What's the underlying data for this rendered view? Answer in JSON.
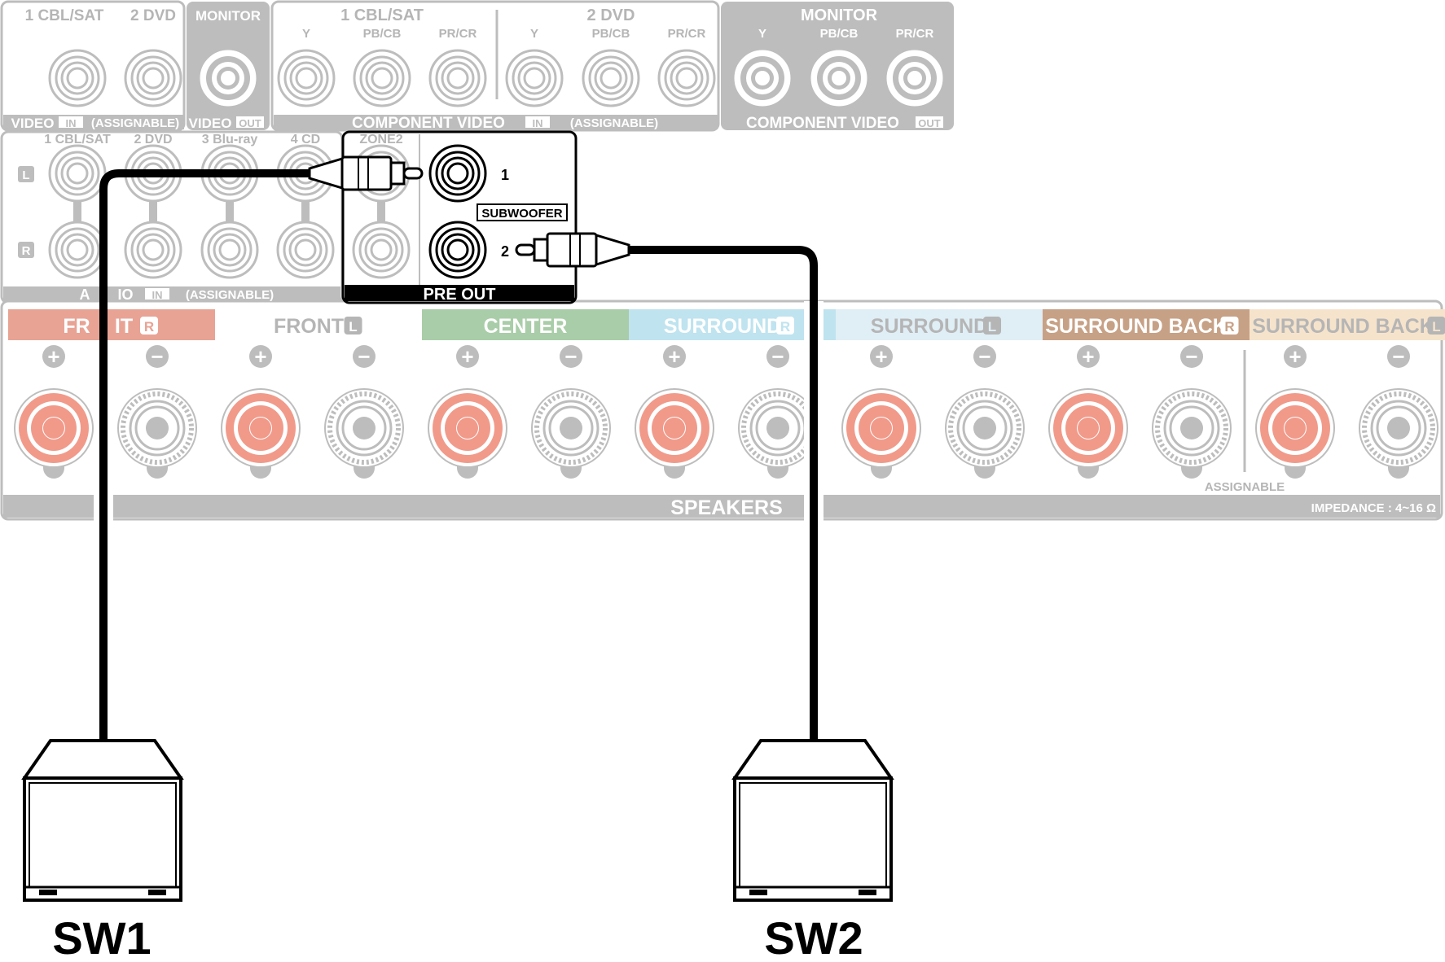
{
  "video_in": {
    "labels": [
      "1 CBL/SAT",
      "2 DVD"
    ],
    "footer": "VIDEO",
    "in_badge": "IN",
    "assignable": "(ASSIGNABLE)"
  },
  "video_out": {
    "label": "MONITOR",
    "footer": "VIDEO",
    "out_badge": "OUT"
  },
  "component_in": {
    "groups": [
      "1 CBL/SAT",
      "2 DVD"
    ],
    "channels": [
      "Y",
      "PB/CB",
      "PR/CR"
    ],
    "footer": "COMPONENT VIDEO",
    "in_badge": "IN",
    "assignable": "(ASSIGNABLE)"
  },
  "component_out": {
    "label": "MONITOR",
    "channels": [
      "Y",
      "PB/CB",
      "PR/CR"
    ],
    "footer": "COMPONENT VIDEO",
    "out_badge": "OUT"
  },
  "audio_in": {
    "labels": [
      "1 CBL/SAT",
      "2 DVD",
      "3 Blu-ray",
      "4 CD",
      "ZONE2"
    ],
    "l": "L",
    "r": "R",
    "footer_a": "A",
    "footer_b": "IO",
    "in_badge": "IN",
    "assignable": "(ASSIGNABLE)"
  },
  "pre_out": {
    "label": "PRE OUT",
    "subwoofer": "SUBWOOFER",
    "jack_1": "1",
    "jack_2": "2"
  },
  "speakers": {
    "groups": [
      {
        "label": "FRONT",
        "ch": "R",
        "color": "#e8a395"
      },
      {
        "label": "FRONT",
        "ch": "L",
        "color": "#ffffff"
      },
      {
        "label": "CENTER",
        "ch": "",
        "color": "#a9cda8"
      },
      {
        "label": "SURROUND",
        "ch": "R",
        "color": "#bfe3ef"
      },
      {
        "label": "SURROUND",
        "ch": "L",
        "color": "#e0eef5"
      },
      {
        "label": "SURROUND BACK",
        "ch": "R",
        "color": "#c7a186"
      },
      {
        "label": "SURROUND BACK",
        "ch": "L",
        "color": "#f6e3cc"
      }
    ],
    "front_r_a": "FR",
    "front_r_b": "IT",
    "footer": "SPEAKERS",
    "assignable": "ASSIGNABLE",
    "impedance": "IMPEDANCE : 4~16 Ω",
    "plus": "+",
    "minus": "−"
  },
  "subwoofers": [
    {
      "label": "SW1"
    },
    {
      "label": "SW2"
    }
  ],
  "colors": {
    "grey": "#bdbdbd",
    "terminal_red": "#f19a8a",
    "cable": "#000000"
  }
}
